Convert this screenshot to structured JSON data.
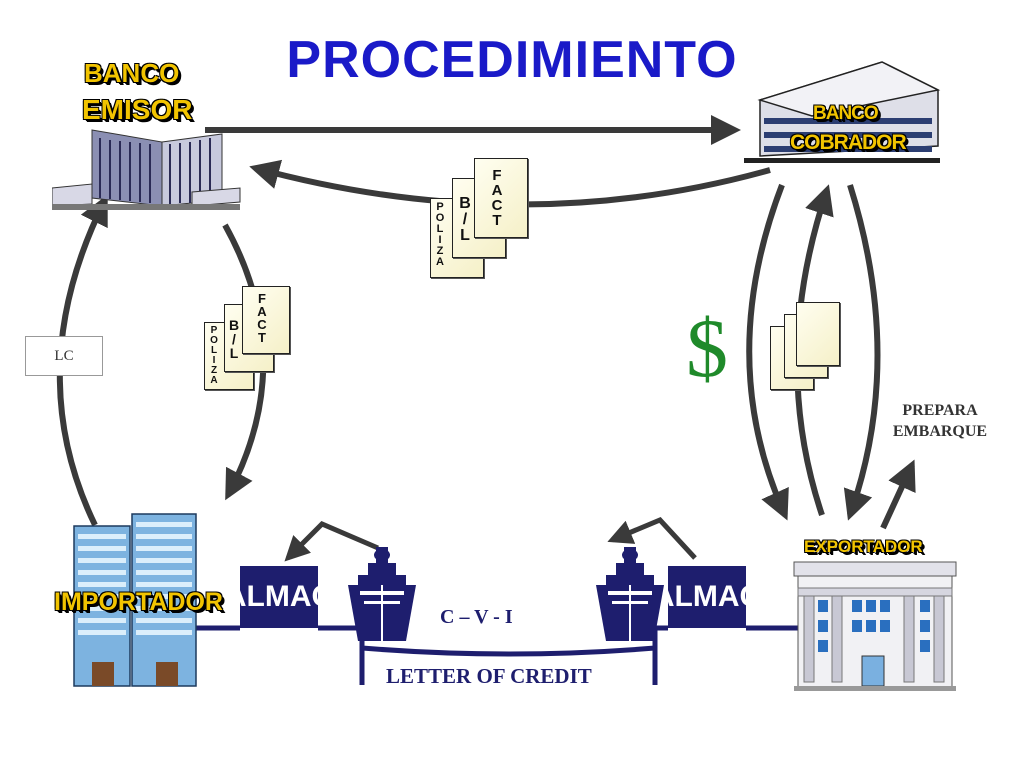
{
  "title": "PROCEDIMIENTO",
  "nodes": {
    "banco_emisor_line1": "BANCO",
    "banco_emisor_line2": "EMISOR",
    "banco_cobrador_line1": "BANCO",
    "banco_cobrador_line2": "COBRADOR",
    "importador": "IMPORTADOR",
    "exportador": "EXPORTADOR"
  },
  "labels": {
    "lc": "LC",
    "dollar": "$",
    "prepara_line1": "PREPARA",
    "prepara_line2": "EMBARQUE",
    "almac_left": "ALMAC",
    "almac_right": "ALMAC",
    "cvi": "C – V - I",
    "letter_of_credit": "LETTER OF CREDIT"
  },
  "documents": {
    "fact": "F\nA\nC\nT",
    "bl": "B\n/\nL",
    "poliza": "P\nO\nL\nI\nZ\nA"
  },
  "colors": {
    "title": "#1a1ac8",
    "label_yellow": "#f2c400",
    "navy": "#1e1e6e",
    "arrow": "#3a3a3a",
    "dollar": "#1f8a2a"
  }
}
